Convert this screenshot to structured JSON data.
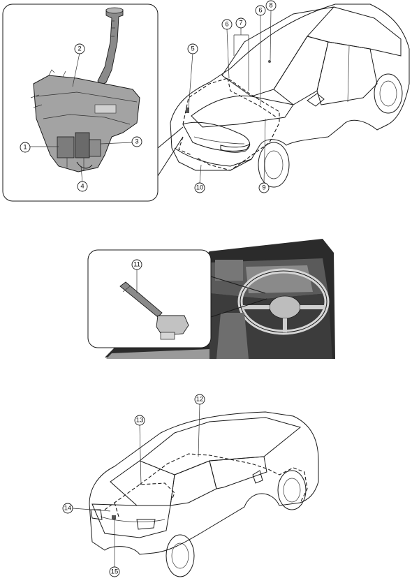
{
  "callouts": [
    {
      "id": "1",
      "label": "1"
    },
    {
      "id": "2",
      "label": "2"
    },
    {
      "id": "3",
      "label": "3"
    },
    {
      "id": "4",
      "label": "4"
    },
    {
      "id": "5",
      "label": "5"
    },
    {
      "id": "6a",
      "label": "6"
    },
    {
      "id": "6b",
      "label": "6"
    },
    {
      "id": "7",
      "label": "7"
    },
    {
      "id": "8",
      "label": "8"
    },
    {
      "id": "9",
      "label": "9"
    },
    {
      "id": "10",
      "label": "10"
    },
    {
      "id": "11",
      "label": "11"
    },
    {
      "id": "12",
      "label": "12"
    },
    {
      "id": "13",
      "label": "13"
    },
    {
      "id": "14",
      "label": "14"
    },
    {
      "id": "15",
      "label": "15"
    }
  ],
  "colors": {
    "line": "#1a1a1a",
    "interior_dark": "#2b2b2b",
    "interior_mid": "#6e6e6e",
    "interior_light": "#bdbdbd",
    "tank": "#9a9a9a"
  }
}
